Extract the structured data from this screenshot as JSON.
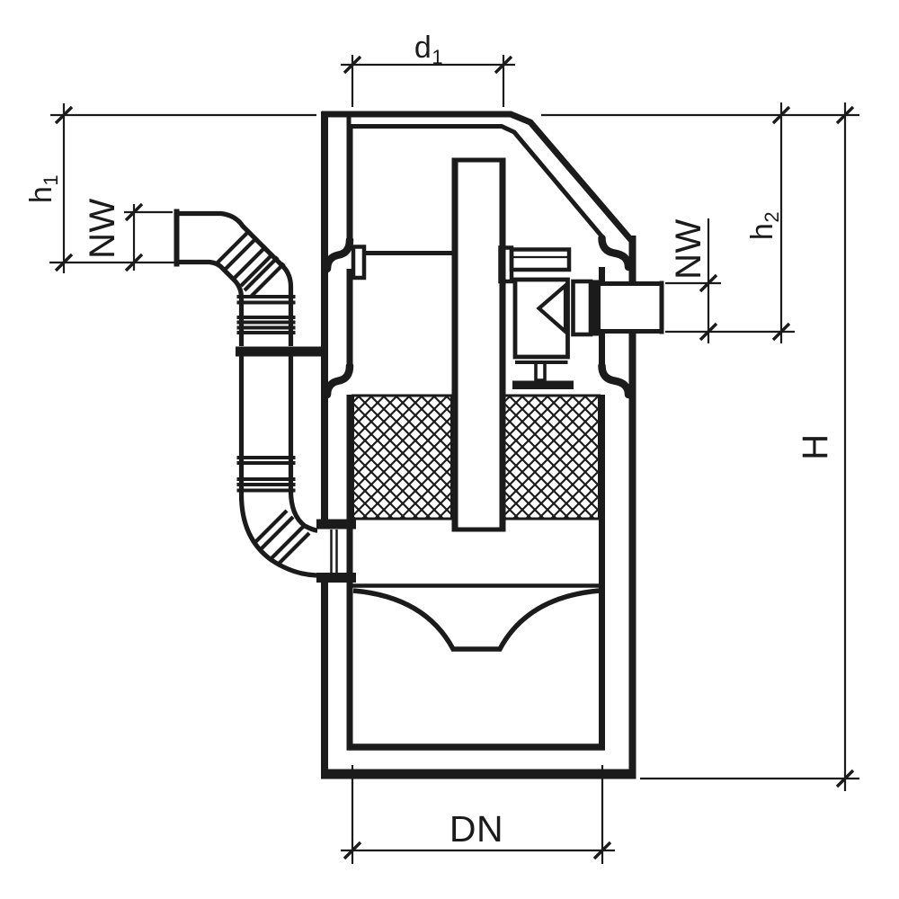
{
  "diagram": {
    "background": "#ffffff",
    "line_color": "#1b1b1b",
    "dimensions": {
      "d1": {
        "base": "d",
        "sub": "1"
      },
      "h1": {
        "base": "h",
        "sub": "1"
      },
      "h2": {
        "base": "h",
        "sub": "2"
      },
      "nw_left": "NW",
      "nw_right": "NW",
      "total_height": "H",
      "dn": "DN"
    }
  }
}
